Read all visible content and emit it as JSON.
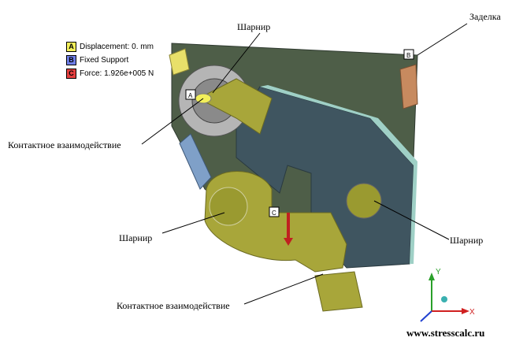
{
  "legend": {
    "items": [
      {
        "key": "A",
        "label": "Displacement: 0. mm",
        "color": "#f2ef5a"
      },
      {
        "key": "B",
        "label": "Fixed Support",
        "color": "#6f7fe8"
      },
      {
        "key": "C",
        "label": "Force: 1.926e+005 N",
        "color": "#e64040"
      }
    ]
  },
  "annotations": {
    "hinge_top": "Шарнир",
    "fixed_end": "Заделка",
    "contact_left": "Контактное взаимодействие",
    "hinge_left": "Шарнир",
    "hinge_right": "Шарнир",
    "contact_bottom": "Контактное взаимодействие"
  },
  "markers": {
    "a": "A",
    "b": "B",
    "c": "C"
  },
  "triad": {
    "y": "Y",
    "x": "X"
  },
  "watermark": "www.stresscalc.ru",
  "colors": {
    "plate": "#3f5560",
    "part": "#a8a63a",
    "edge": "#9fd0c6",
    "support": "#c78a5f"
  }
}
